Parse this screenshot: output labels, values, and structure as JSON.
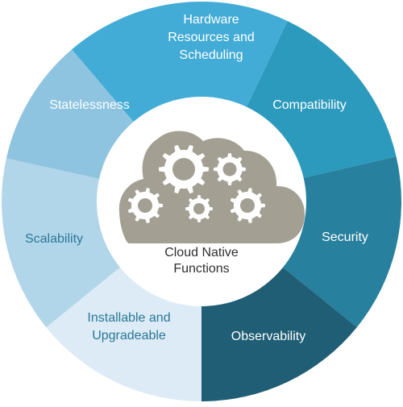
{
  "diagram": {
    "center": {
      "title_lines": [
        "Cloud Native",
        "Functions"
      ],
      "icon": "cloud-gears-icon"
    },
    "segments": [
      {
        "id": "hardware",
        "lines": [
          "Hardware",
          "Resources and",
          "Scheduling"
        ],
        "color": "#43acd6",
        "text_color": "#ffffff"
      },
      {
        "id": "compatibility",
        "lines": [
          "Compatibility"
        ],
        "color": "#2c9abd",
        "text_color": "#ffffff"
      },
      {
        "id": "security",
        "lines": [
          "Security"
        ],
        "color": "#27809d",
        "text_color": "#ffffff"
      },
      {
        "id": "observability",
        "lines": [
          "Observability"
        ],
        "color": "#1f5e74",
        "text_color": "#ffffff"
      },
      {
        "id": "installable",
        "lines": [
          "Installable and",
          "Upgradeable"
        ],
        "color": "#dcebf5",
        "text_color": "#2a7898"
      },
      {
        "id": "scalability",
        "lines": [
          "Scalability"
        ],
        "color": "#b2d6e9",
        "text_color": "#2a7898"
      },
      {
        "id": "statelessness",
        "lines": [
          "Statelessness"
        ],
        "color": "#8ec4e0",
        "text_color": "#ffffff"
      }
    ],
    "colors": {
      "cloud": "#a3a093",
      "gear": "#ffffff",
      "gear_hub": "#a3a093",
      "center_bg": "#ffffff",
      "center_text": "#2f2f2f"
    }
  }
}
